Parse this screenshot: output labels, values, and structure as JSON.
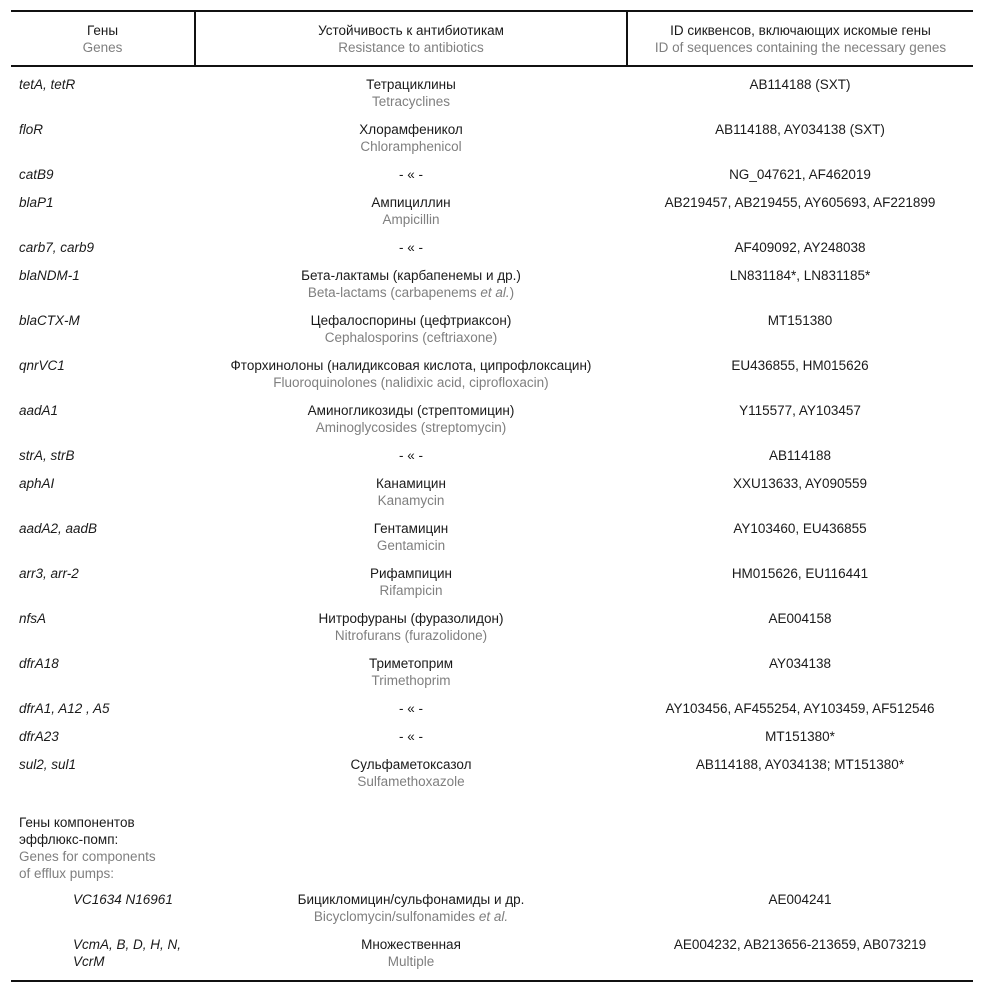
{
  "table": {
    "columns": [
      {
        "ru": "Гены",
        "en": "Genes"
      },
      {
        "ru": "Устойчивость к антибиотикам",
        "en": "Resistance to antibiotics"
      },
      {
        "ru": "ID сиквенсов, включающих искомые гены",
        "en": "ID of sequences containing the necessary genes"
      }
    ],
    "colors": {
      "text": "#1a1a1a",
      "translation_text": "#7f7f7f",
      "rule": "#111111",
      "background": "#ffffff"
    },
    "rows": [
      {
        "genes": "tetA, tetR",
        "resist_ru": "Тетрациклины",
        "resist_en": "Tetracyclines",
        "ids": "AB114188 (SXT)"
      },
      {
        "genes": "floR",
        "resist_ru": "Хлорамфеникол",
        "resist_en": "Chloramphenicol",
        "ids": "AB114188, AY034138 (SXT)"
      },
      {
        "genes": "catB9",
        "resist_ru": "- « -",
        "resist_en": "",
        "ids": "NG_047621, AF462019"
      },
      {
        "genes": "blaP1",
        "resist_ru": "Ампициллин",
        "resist_en": "Ampicillin",
        "ids": "AB219457, AB219455, AY605693, AF221899"
      },
      {
        "genes": "carb7, carb9",
        "resist_ru": "- « -",
        "resist_en": "",
        "ids": "AF409092, AY248038"
      },
      {
        "genes": "blaNDM-1",
        "resist_ru": "Бета-лактамы (карбапенемы и др.)",
        "resist_en": "Beta-lactams (carbapenems et al.)",
        "resist_en_italic_tail": "et al.",
        "ids": "LN831184*, LN831185*"
      },
      {
        "genes": "blaCTX-M",
        "resist_ru": "Цефалоспорины (цефтриаксон)",
        "resist_en": "Cephalosporins (ceftriaxone)",
        "ids": "MT151380"
      },
      {
        "genes": "qnrVC1",
        "resist_ru": "Фторхинолоны (налидиксовая кислота, ципрофлоксацин)",
        "resist_en": "Fluoroquinolones (nalidixic acid, ciprofloxacin)",
        "ids": "EU436855, HM015626"
      },
      {
        "genes": "aadA1",
        "resist_ru": "Аминогликозиды (стрептомицин)",
        "resist_en": "Aminoglycosides (streptomycin)",
        "ids": "Y115577, AY103457"
      },
      {
        "genes": "strA, strB",
        "resist_ru": "- « -",
        "resist_en": "",
        "ids": "AB114188"
      },
      {
        "genes": "aphAI",
        "resist_ru": "Канамицин",
        "resist_en": "Kanamycin",
        "ids": "XXU13633, AY090559"
      },
      {
        "genes": "aadA2, aadB",
        "resist_ru": "Гентамицин",
        "resist_en": "Gentamicin",
        "ids": "AY103460, EU436855"
      },
      {
        "genes": "arr3, arr-2",
        "resist_ru": "Рифампицин",
        "resist_en": "Rifampicin",
        "ids": "HM015626, EU116441"
      },
      {
        "genes": "nfsA",
        "resist_ru": "Нитрофураны (фуразолидон)",
        "resist_en": "Nitrofurans (furazolidone)",
        "ids": "AE004158"
      },
      {
        "genes": "dfrA18",
        "resist_ru": "Триметоприм",
        "resist_en": "Trimethoprim",
        "ids": "AY034138"
      },
      {
        "genes": "dfrA1, A12 , A5",
        "resist_ru": "- « -",
        "resist_en": "",
        "ids": "AY103456, AF455254, AY103459, AF512546"
      },
      {
        "genes": "dfrA23",
        "resist_ru": "- « -",
        "resist_en": "",
        "ids": "MT151380*"
      },
      {
        "genes": "sul2, sul1",
        "resist_ru": "Сульфаметоксазол",
        "resist_en": "Sulfamethoxazole",
        "ids": "AB114188, AY034138; MT151380*"
      }
    ],
    "section": {
      "genes_ru": "Гены компонентов\nэффлюкс-помп:",
      "genes_en": "Genes for components\nof efflux pumps:"
    },
    "section_rows": [
      {
        "genes": "VC1634 N16961",
        "resist_ru": "Бицикломицин/сульфонамиды и др.",
        "resist_en": "Bicyclomycin/sulfonamides et al.",
        "resist_en_italic_tail": "et al.",
        "ids": "AE004241"
      },
      {
        "genes": "VcmA, B, D, H, N,\nVcrM",
        "resist_ru": "Множественная",
        "resist_en": "Multiple",
        "ids": "AE004232, AB213656-213659, AB073219"
      }
    ]
  }
}
